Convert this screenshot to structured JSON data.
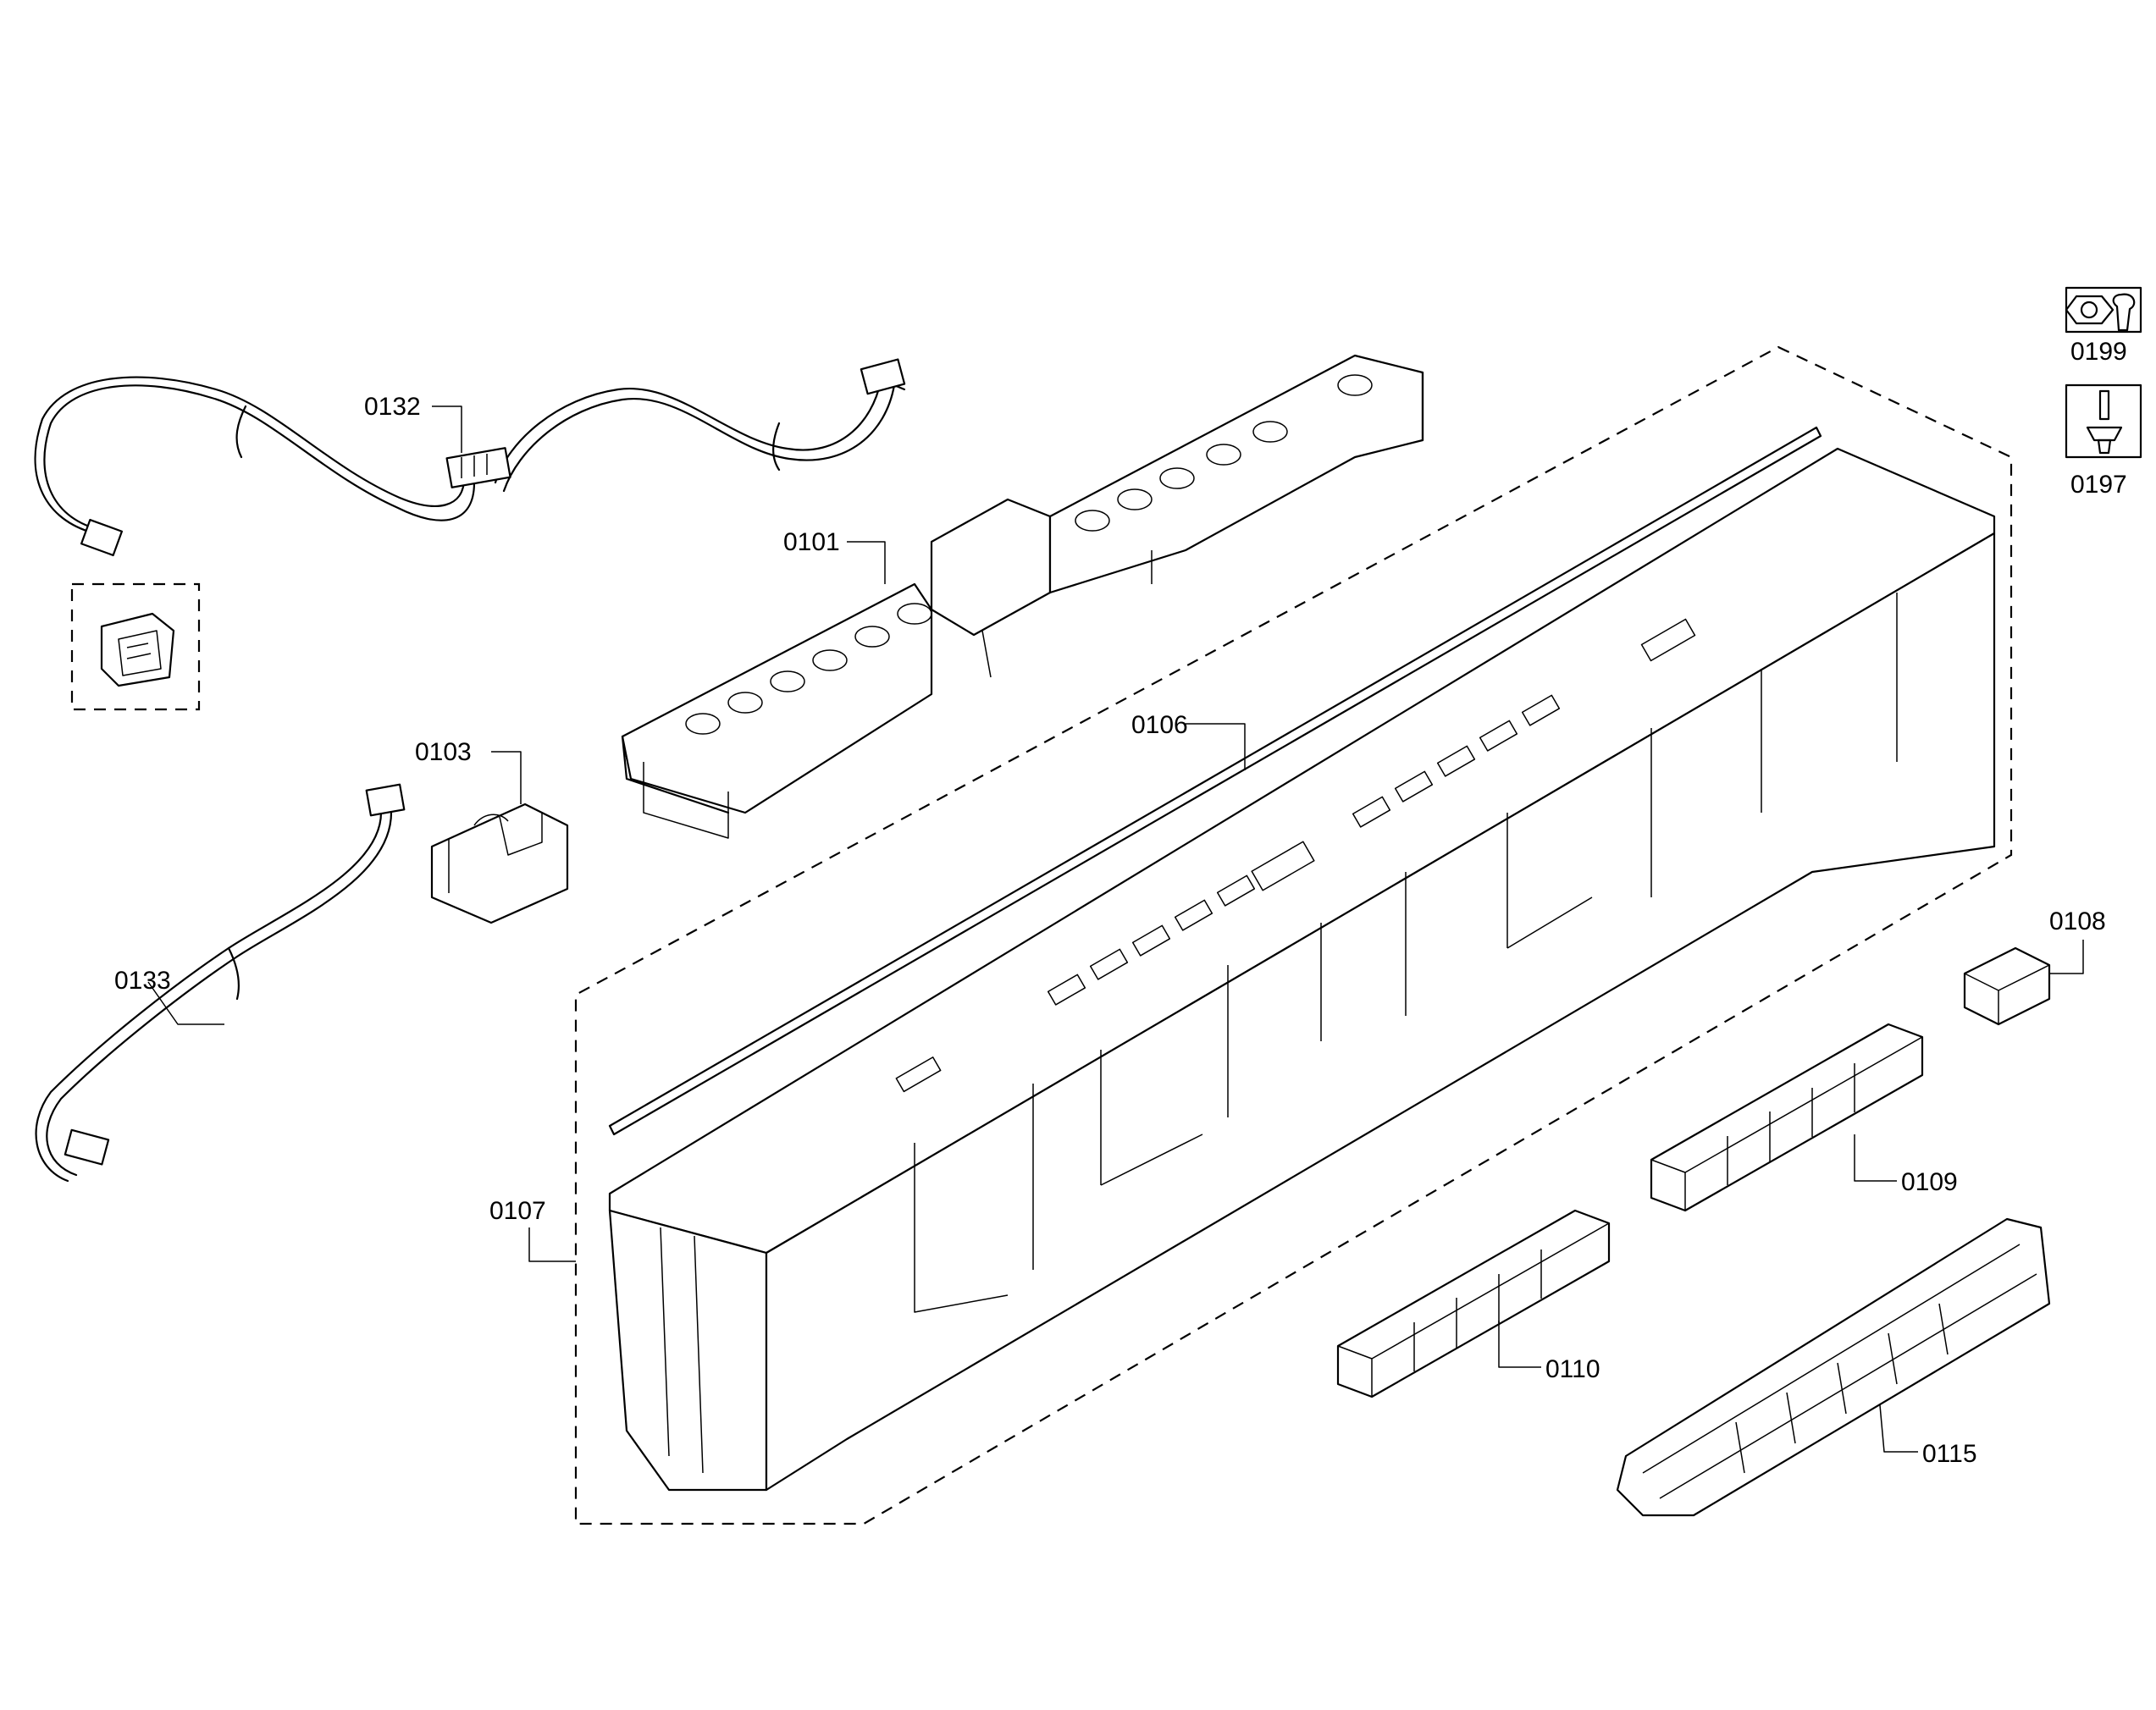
{
  "diagram": {
    "background": "#ffffff",
    "ink": "#000000",
    "callouts": {
      "p0132": "0132",
      "p0101": "0101",
      "p0103": "0103",
      "p0106": "0106",
      "p0133": "0133",
      "p0107": "0107",
      "p0108": "0108",
      "p0109": "0109",
      "p0110": "0110",
      "p0115": "0115",
      "p0199": "0199",
      "p0197": "0197"
    },
    "icons": {
      "tool_0199": "nut-and-wrench-icon",
      "tool_0197": "screwdriver-icon"
    }
  }
}
